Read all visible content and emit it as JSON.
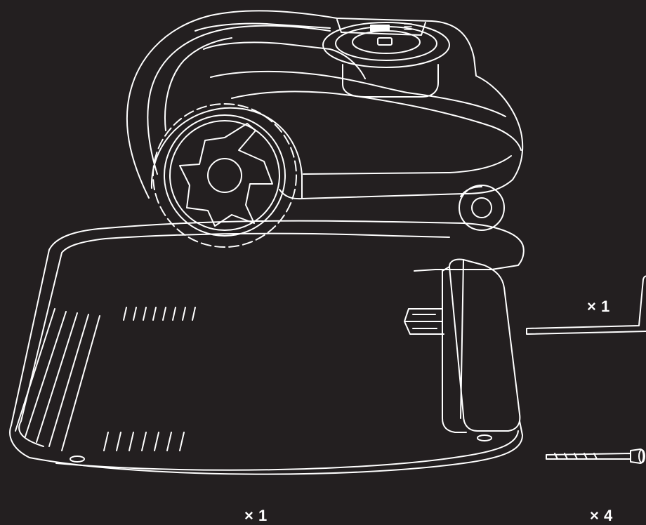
{
  "figure": {
    "background": "#231f20",
    "line_color": "#ffffff",
    "items": {
      "mower": {
        "name": "robotic-mower"
      },
      "base": {
        "name": "charging-station",
        "quantity": "× 1"
      },
      "wrench": {
        "name": "hex-key",
        "quantity": "× 1"
      },
      "pegs": {
        "name": "ground-peg",
        "quantity": "× 4"
      }
    }
  }
}
